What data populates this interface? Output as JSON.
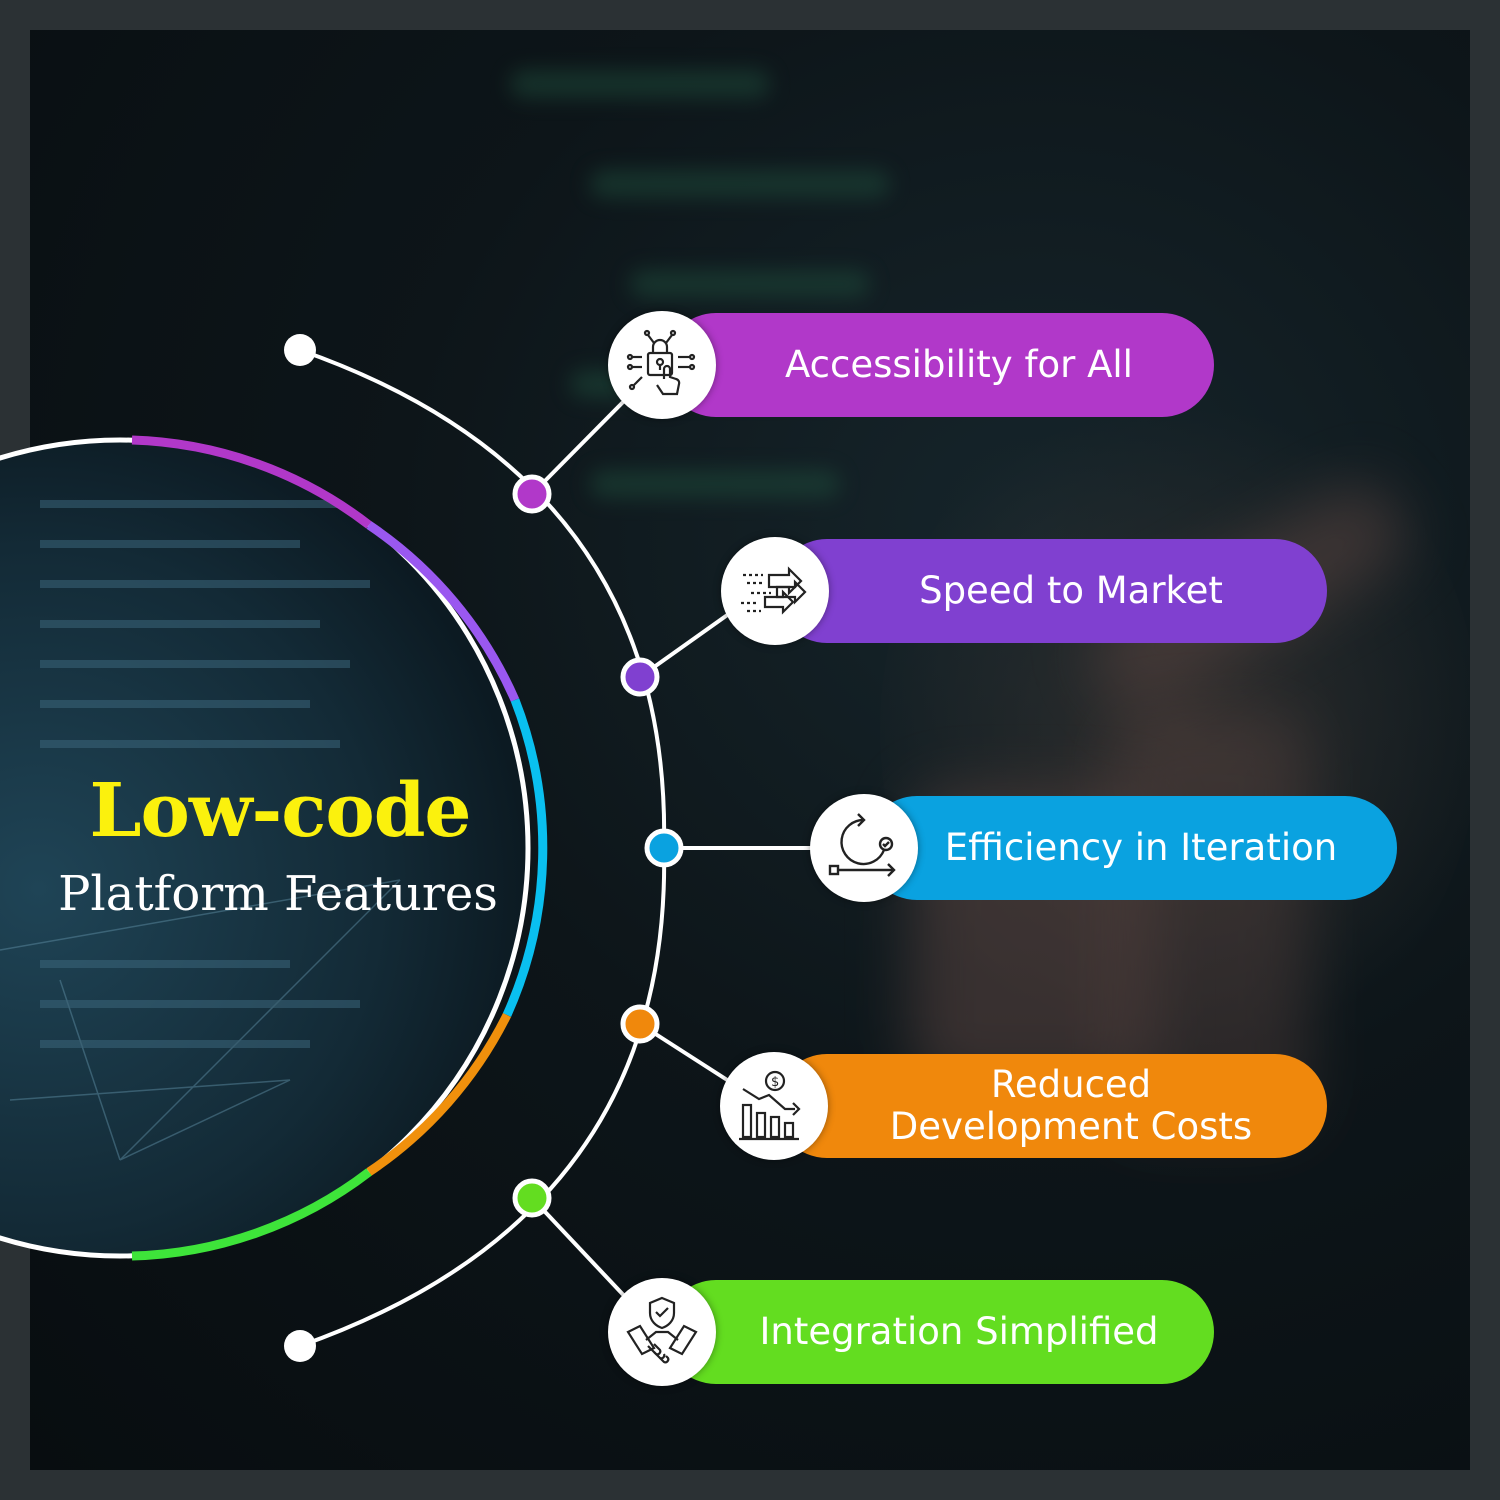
{
  "title": {
    "main": "Low-code",
    "sub": "Platform Features"
  },
  "features": [
    {
      "label": "Accessibility for All",
      "color": "#b138c9",
      "icon": "lock-touch-icon"
    },
    {
      "label": "Speed to Market",
      "color": "#8040d0",
      "icon": "fast-arrows-icon"
    },
    {
      "label": "Efficiency in Iteration",
      "color": "#0aa2e0",
      "icon": "iteration-cycle-icon"
    },
    {
      "label_line1": "Reduced",
      "label_line2": "Development Costs",
      "color": "#f0880c",
      "icon": "cost-reduction-icon"
    },
    {
      "label": "Integration Simplified",
      "color": "#63dd20",
      "icon": "handshake-shield-icon"
    }
  ],
  "colors": {
    "ring_purple": "#b138c9",
    "ring_violet": "#9a58f0",
    "ring_blue": "#0ac0f0",
    "ring_orange": "#f0900c",
    "ring_green": "#3ee43a",
    "title_yellow": "#fbf10d"
  }
}
